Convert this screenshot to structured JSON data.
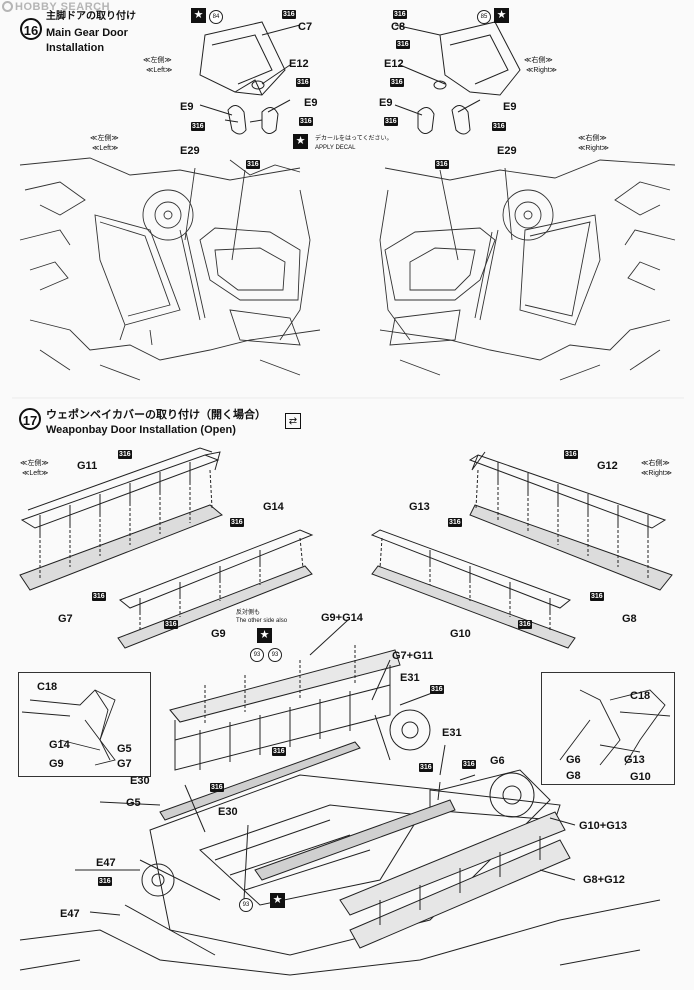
{
  "watermark": "HOBBY SEARCH",
  "step16": {
    "number": "16",
    "title_jp": "主脚ドアの取り付け",
    "title_en_1": "Main Gear Door",
    "title_en_2": "Installation",
    "left_jp": "≪左側≫",
    "left_en": "≪Left≫",
    "right_jp": "≪右側≫",
    "right_en": "≪Right≫",
    "parts": {
      "c7": "C7",
      "c8": "C8",
      "e12": "E12",
      "e9": "E9",
      "e29": "E29"
    },
    "paint": "316",
    "circle_84": "84",
    "circle_85": "85",
    "decal_jp": "デカールをはってください。",
    "decal_en": "APPLY DECAL",
    "lower_left_jp": "≪左側≫",
    "lower_left_en": "≪Left≫",
    "lower_right_jp": "≪右側≫",
    "lower_right_en": "≪Right≫"
  },
  "step17": {
    "number": "17",
    "title_jp": "ウェポンベイカバーの取り付け（開く場合）",
    "title_en": "Weaponbay Door Installation (Open)",
    "left_jp": "≪左側≫",
    "left_en": "≪Left≫",
    "right_jp": "≪右側≫",
    "right_en": "≪Right≫",
    "parts": {
      "g11": "G11",
      "g12": "G12",
      "g13": "G13",
      "g14": "G14",
      "g7": "G7",
      "g8": "G8",
      "g9": "G9",
      "g10": "G10",
      "g9g14": "G9+G14",
      "g7g11": "G7+G11",
      "g10g13": "G10+G13",
      "g8g12": "G8+G12",
      "e31": "E31",
      "e30": "E30",
      "e47": "E47",
      "g5": "G5",
      "g6": "G6",
      "c18": "C18"
    },
    "other_side_jp": "反対側も",
    "other_side_en": "The other side also",
    "circle_93": "93",
    "paint": "316"
  }
}
